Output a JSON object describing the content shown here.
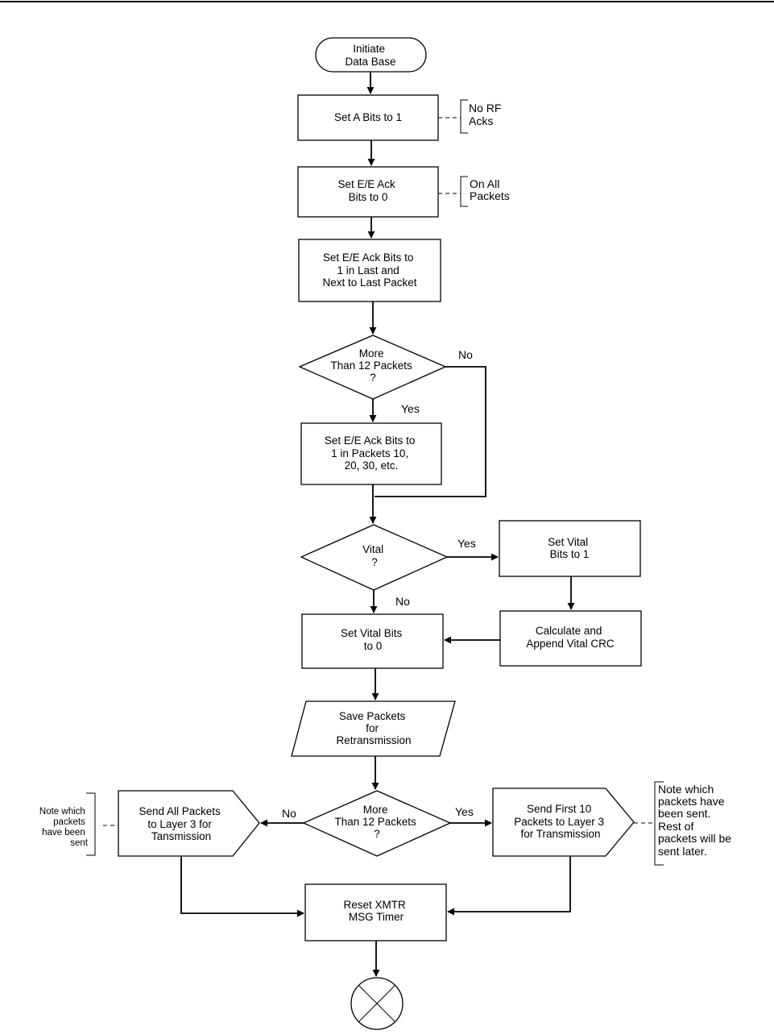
{
  "nodes": {
    "start": [
      "Initiate",
      "Data Base"
    ],
    "set_a": [
      "Set A Bits to 1"
    ],
    "set_ee0": [
      "Set E/E Ack",
      "Bits to 0"
    ],
    "set_ee1_last": [
      "Set E/E Ack Bits to",
      "1 in Last and",
      "Next to Last Packet"
    ],
    "dec_12a": [
      "More",
      "Than 12 Packets",
      "?"
    ],
    "set_ee1_tens": [
      "Set E/E Ack Bits to",
      "1 in Packets 10,",
      "20, 30, etc."
    ],
    "dec_vital": [
      "Vital",
      "?"
    ],
    "set_vital1": [
      "Set Vital",
      "Bits to 1"
    ],
    "calc_crc": [
      "Calculate and",
      "Append Vital CRC"
    ],
    "set_vital0": [
      "Set Vital Bits",
      "to 0"
    ],
    "save": [
      "Save Packets",
      "for",
      "Retransmission"
    ],
    "dec_12b": [
      "More",
      "Than 12 Packets",
      "?"
    ],
    "send_all": [
      "Send All Packets",
      "to Layer 3 for",
      "Tansmission"
    ],
    "send_first": [
      "Send First 10",
      "Packets to Layer 3",
      "for Transmission"
    ],
    "reset": [
      "Reset XMTR",
      "MSG Timer"
    ]
  },
  "edge_labels": {
    "no_12a": "No",
    "yes_12a": "Yes",
    "yes_vital": "Yes",
    "no_vital": "No",
    "no_12b": "No",
    "yes_12b": "Yes"
  },
  "annotations": {
    "no_rf_acks": [
      "No RF",
      "Acks"
    ],
    "on_all_packets": [
      "On All",
      "Packets"
    ],
    "note_all_sent": [
      "Note which",
      "packets",
      "have been",
      "sent"
    ],
    "note_first_sent": [
      "Note which",
      "packets have",
      "been sent.",
      "Rest of",
      "packets will be",
      "sent later."
    ]
  }
}
